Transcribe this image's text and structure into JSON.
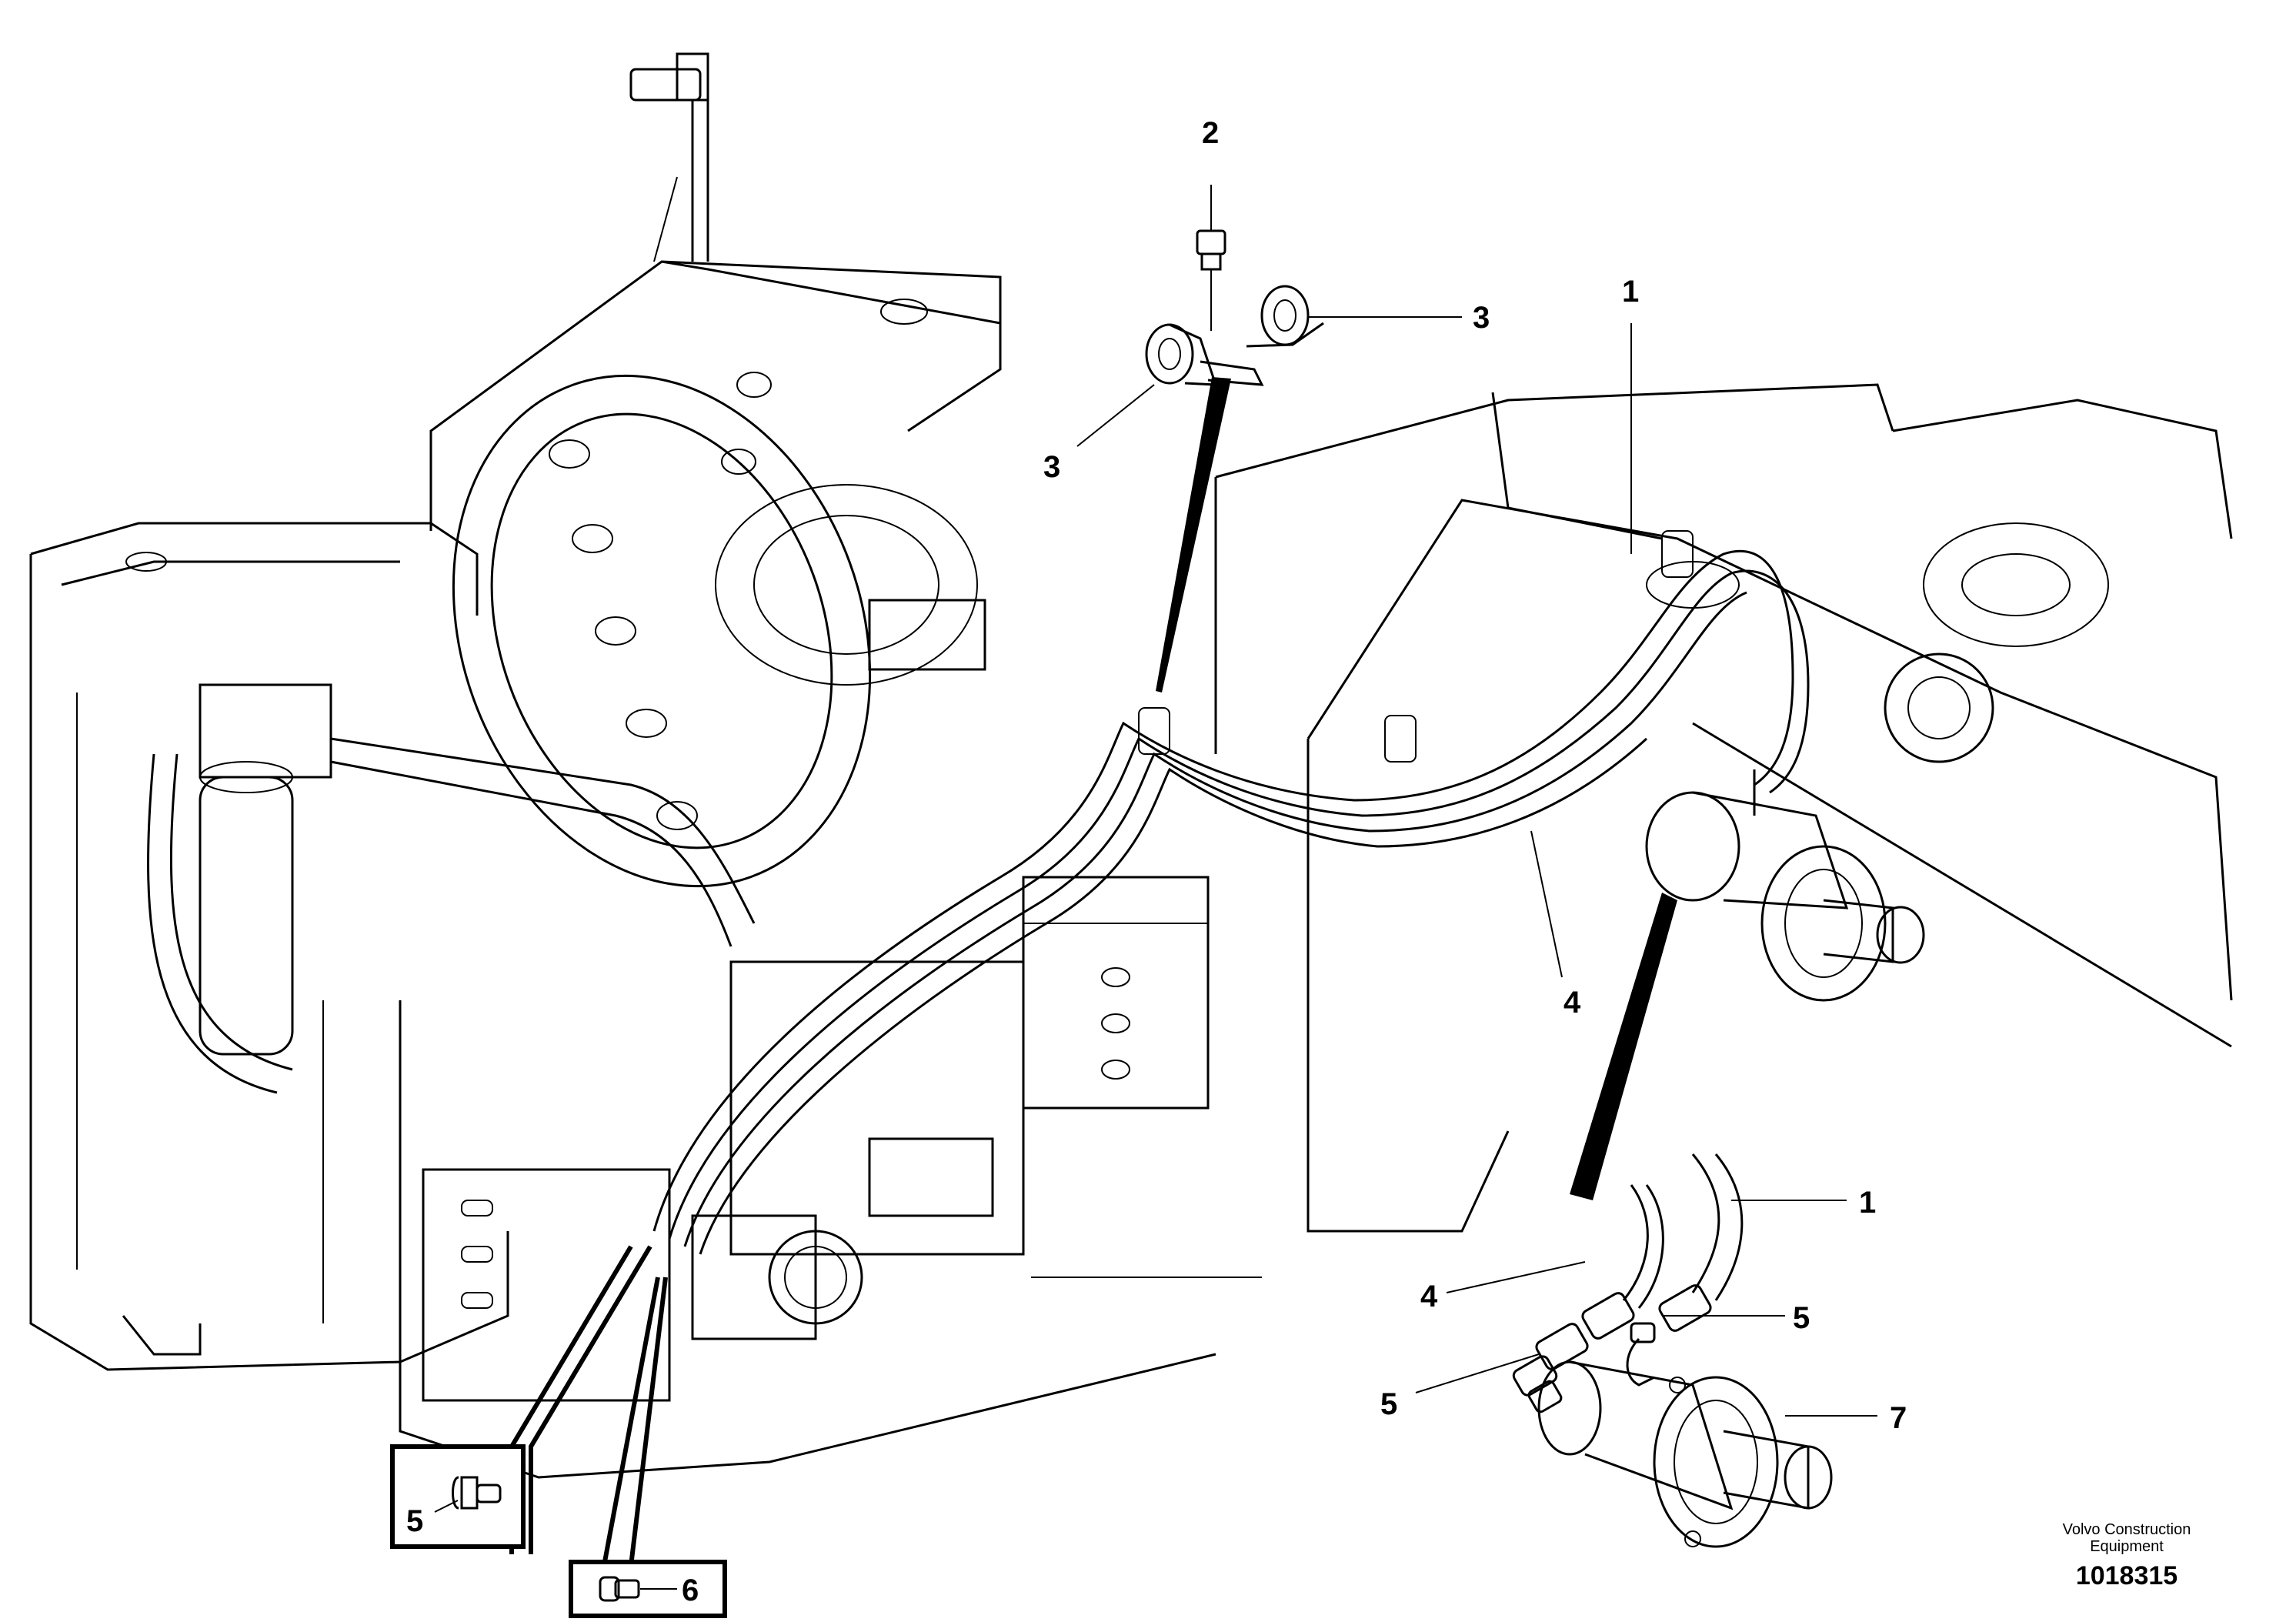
{
  "callouts": {
    "c1_top": "1",
    "c2": "2",
    "c3_right": "3",
    "c3_left": "3",
    "c4_upper": "4",
    "c1_lower": "1",
    "c4_lower": "4",
    "c5_right": "5",
    "c5_left": "5",
    "c7": "7",
    "c5_box": "5",
    "c6_box": "6"
  },
  "branding": {
    "company": "Volvo Construction Equipment",
    "figure_number": "1018315"
  }
}
